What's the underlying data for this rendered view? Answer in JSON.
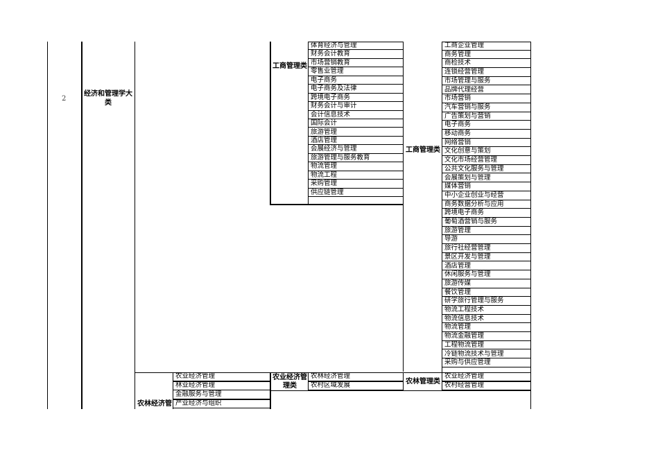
{
  "row_number": "2",
  "big_category": "经济和管理学大类",
  "col_c": {
    "category": "工商管理类",
    "majors": [
      "体育经济与管理",
      "财务会计教育",
      "市场营销教育",
      "零售业管理",
      "电子商务",
      "电子商务及法律",
      "跨境电子商务",
      "财务会计与审计",
      "会计信息技术",
      "国际会计",
      "旅游管理",
      "酒店管理",
      "会展经济与管理",
      "旅游管理与服务教育",
      "物流管理",
      "物流工程",
      "采购管理",
      "供应链管理"
    ]
  },
  "col_d": {
    "category": "工商管理类",
    "majors": [
      "工商企业管理",
      "商务管理",
      "商检技术",
      "连锁经营管理",
      "市场管理与服务",
      "品牌代理经营",
      "市场营销",
      "汽车营销与服务",
      "广告策划与营销",
      "电子商务",
      "移动商务",
      "网络营销",
      "文化创意与策划",
      "文化市场经营管理",
      "公共文化服务与管理",
      "会展策划与管理",
      "媒体营销",
      "中小企业创业与经营",
      "商务数据分析与应用",
      "跨境电子商务",
      "葡萄酒营销与服务",
      "旅游管理",
      "导游",
      "旅行社经营管理",
      "景区开发与管理",
      "酒店管理",
      "休闲服务与管理",
      "旅游传媒",
      "餐饮管理",
      "研学旅行管理与服务",
      "物流工程技术",
      "物流信息技术",
      "物流管理",
      "物流金融管理",
      "工程物流管理",
      "冷链物流技术与管理",
      "采购与供应管理"
    ]
  },
  "agri_b": {
    "category": "农林经济管",
    "majors": [
      "农业经济管理",
      "林业经济管理",
      "金融服务与管理",
      "产业经济与组织"
    ]
  },
  "agri_c": {
    "category": "农业经济管理类",
    "majors": [
      "农林经济管理",
      "农村区域发展"
    ]
  },
  "agri_d": {
    "category": "农林管理类",
    "majors": [
      "农业经济管理",
      "农村经营管理"
    ]
  }
}
